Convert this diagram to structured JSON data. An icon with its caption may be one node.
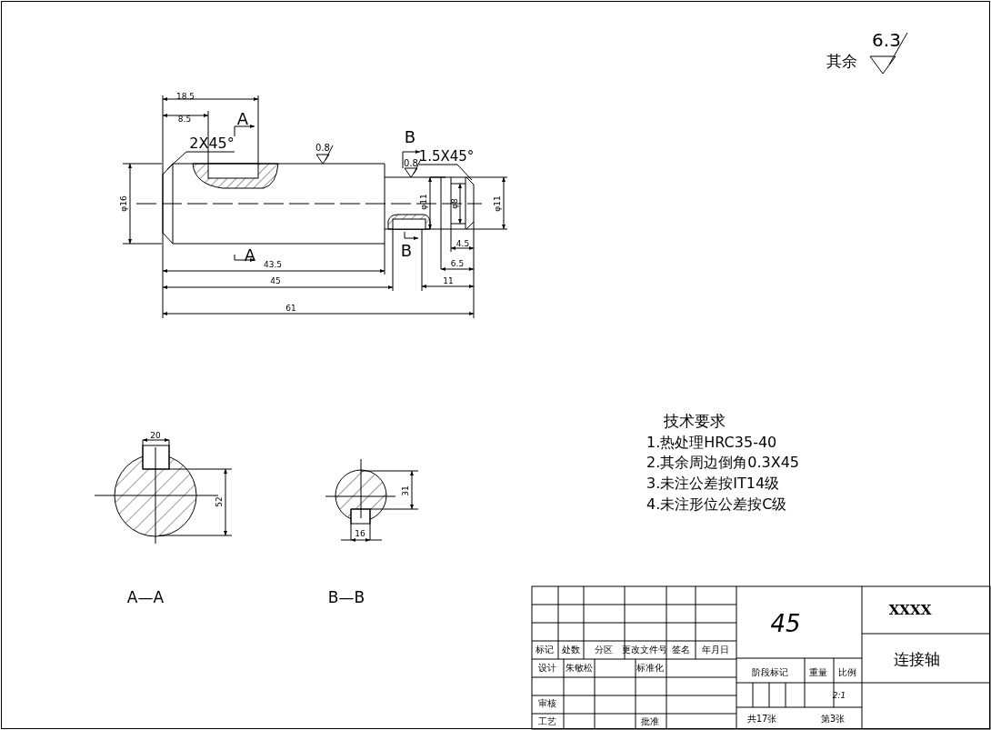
{
  "diagram": {
    "nodes": [
      {
        "text": [
          "2X45°"
        ]
      },
      {
        "text": [
          "1.5X45°"
        ]
      },
      {
        "text": [],
        "shape": "picture"
      }
    ],
    "edges": [
      {
        "from": 0,
        "to": 2,
        "arrow": "none"
      },
      {
        "from": 1,
        "to": 2,
        "arrow": "none"
      }
    ],
    "labels": [
      "其余",
      "6.3",
      "18.5",
      "8.5",
      "A",
      "0.8",
      "B",
      "0.8",
      "φ16",
      "φ11",
      "φ8",
      "φ11",
      "A",
      "B",
      "4.5",
      "43.5",
      "6.5",
      "45",
      "11",
      "61",
      "20",
      "52",
      "31",
      "16",
      "技术要求",
      "1.热处理HRC35-40",
      "2.其余周边倒角0.3X45",
      "3.未注公差按IT14级",
      "4.未注形位公差按C级",
      "A—A",
      "B—B",
      "标记",
      "处数",
      "分区",
      "更改文件号",
      "签名",
      "年月日",
      "设计",
      "朱敏松",
      "标准化",
      "审核",
      "工艺",
      "批准",
      "45",
      "XXXX",
      "连接轴",
      "阶段标记",
      "重量",
      "比例",
      "2:1",
      "共17张",
      "第3张"
    ]
  }
}
